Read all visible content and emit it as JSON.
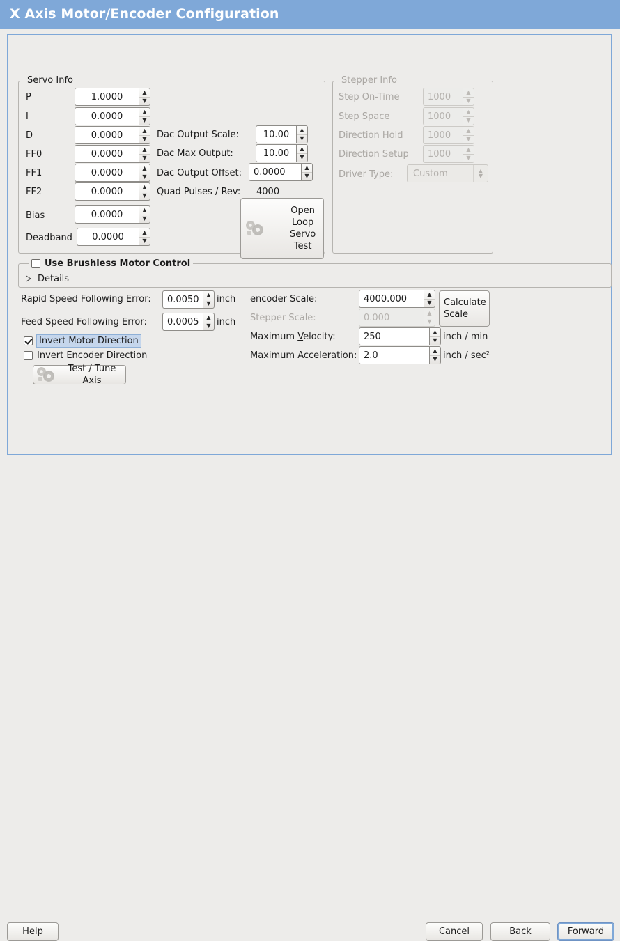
{
  "window": {
    "title": "X Axis Motor/Encoder Configuration"
  },
  "servo": {
    "group_title": "Servo Info",
    "rows": [
      {
        "label": "P",
        "value": "1.0000"
      },
      {
        "label": "I",
        "value": "0.0000"
      },
      {
        "label": "D",
        "value": "0.0000"
      },
      {
        "label": "FF0",
        "value": "0.0000"
      },
      {
        "label": "FF1",
        "value": "0.0000"
      },
      {
        "label": "FF2",
        "value": "0.0000"
      },
      {
        "label": "Bias",
        "value": "0.0000"
      },
      {
        "label": "Deadband",
        "value": "0.0000"
      }
    ],
    "dac_output_scale_label": "Dac Output Scale:",
    "dac_output_scale_value": "10.00",
    "dac_max_output_label": "Dac Max Output:",
    "dac_max_output_value": "10.00",
    "dac_output_offset_label": "Dac Output Offset:",
    "dac_output_offset_value": "0.0000",
    "quad_pulses_label": "Quad Pulses / Rev:",
    "quad_pulses_value": "4000",
    "open_loop_button": "Open\nLoop\nServo\nTest"
  },
  "stepper": {
    "group_title": "Stepper Info",
    "rows": [
      {
        "label": "Step On-Time",
        "value": "1000"
      },
      {
        "label": "Step Space",
        "value": "1000"
      },
      {
        "label": "Direction Hold",
        "value": "1000"
      },
      {
        "label": "Direction Setup",
        "value": "1000"
      }
    ],
    "driver_type_label": "Driver Type:",
    "driver_type_value": "Custom"
  },
  "brushless": {
    "checkbox_label": "Use Brushless Motor Control",
    "checked": false,
    "details_label": "Details",
    "details_expanded": false
  },
  "tuning": {
    "rapid_error_label": "Rapid Speed Following Error:",
    "rapid_error_value": "0.0050",
    "rapid_error_unit": "inch",
    "feed_error_label": "Feed Speed Following Error:",
    "feed_error_value": "0.0005",
    "feed_error_unit": "inch",
    "invert_motor_label": "Invert Motor Direction",
    "invert_motor_checked": true,
    "invert_encoder_label": "Invert Encoder Direction",
    "invert_encoder_checked": false,
    "test_tune_button": "Test / Tune Axis"
  },
  "scales": {
    "encoder_scale_label": "encoder Scale:",
    "encoder_scale_value": "4000.000",
    "stepper_scale_label": "Stepper Scale:",
    "stepper_scale_value": "0.000",
    "calculate_button": "Calculate\nScale",
    "max_velocity_label_pre": "Maximum ",
    "max_velocity_label_mn": "V",
    "max_velocity_label_post": "elocity:",
    "max_velocity_value": "250",
    "max_velocity_unit": "inch / min",
    "max_accel_label_pre": "Maximum ",
    "max_accel_label_mn": "A",
    "max_accel_label_post": "cceleration:",
    "max_accel_value": "2.0",
    "max_accel_unit": "inch / sec²"
  },
  "footer": {
    "help_pre": "",
    "help_mn": "H",
    "help_post": "elp",
    "cancel_pre": "",
    "cancel_mn": "C",
    "cancel_post": "ancel",
    "back_pre": "",
    "back_mn": "B",
    "back_post": "ack",
    "forward_pre": "",
    "forward_mn": "F",
    "forward_post": "orward"
  },
  "colors": {
    "titlebar": "#7fa8d8",
    "background": "#edecea",
    "panel_border": "#7fa8d8",
    "selection": "#c5d6ec"
  }
}
